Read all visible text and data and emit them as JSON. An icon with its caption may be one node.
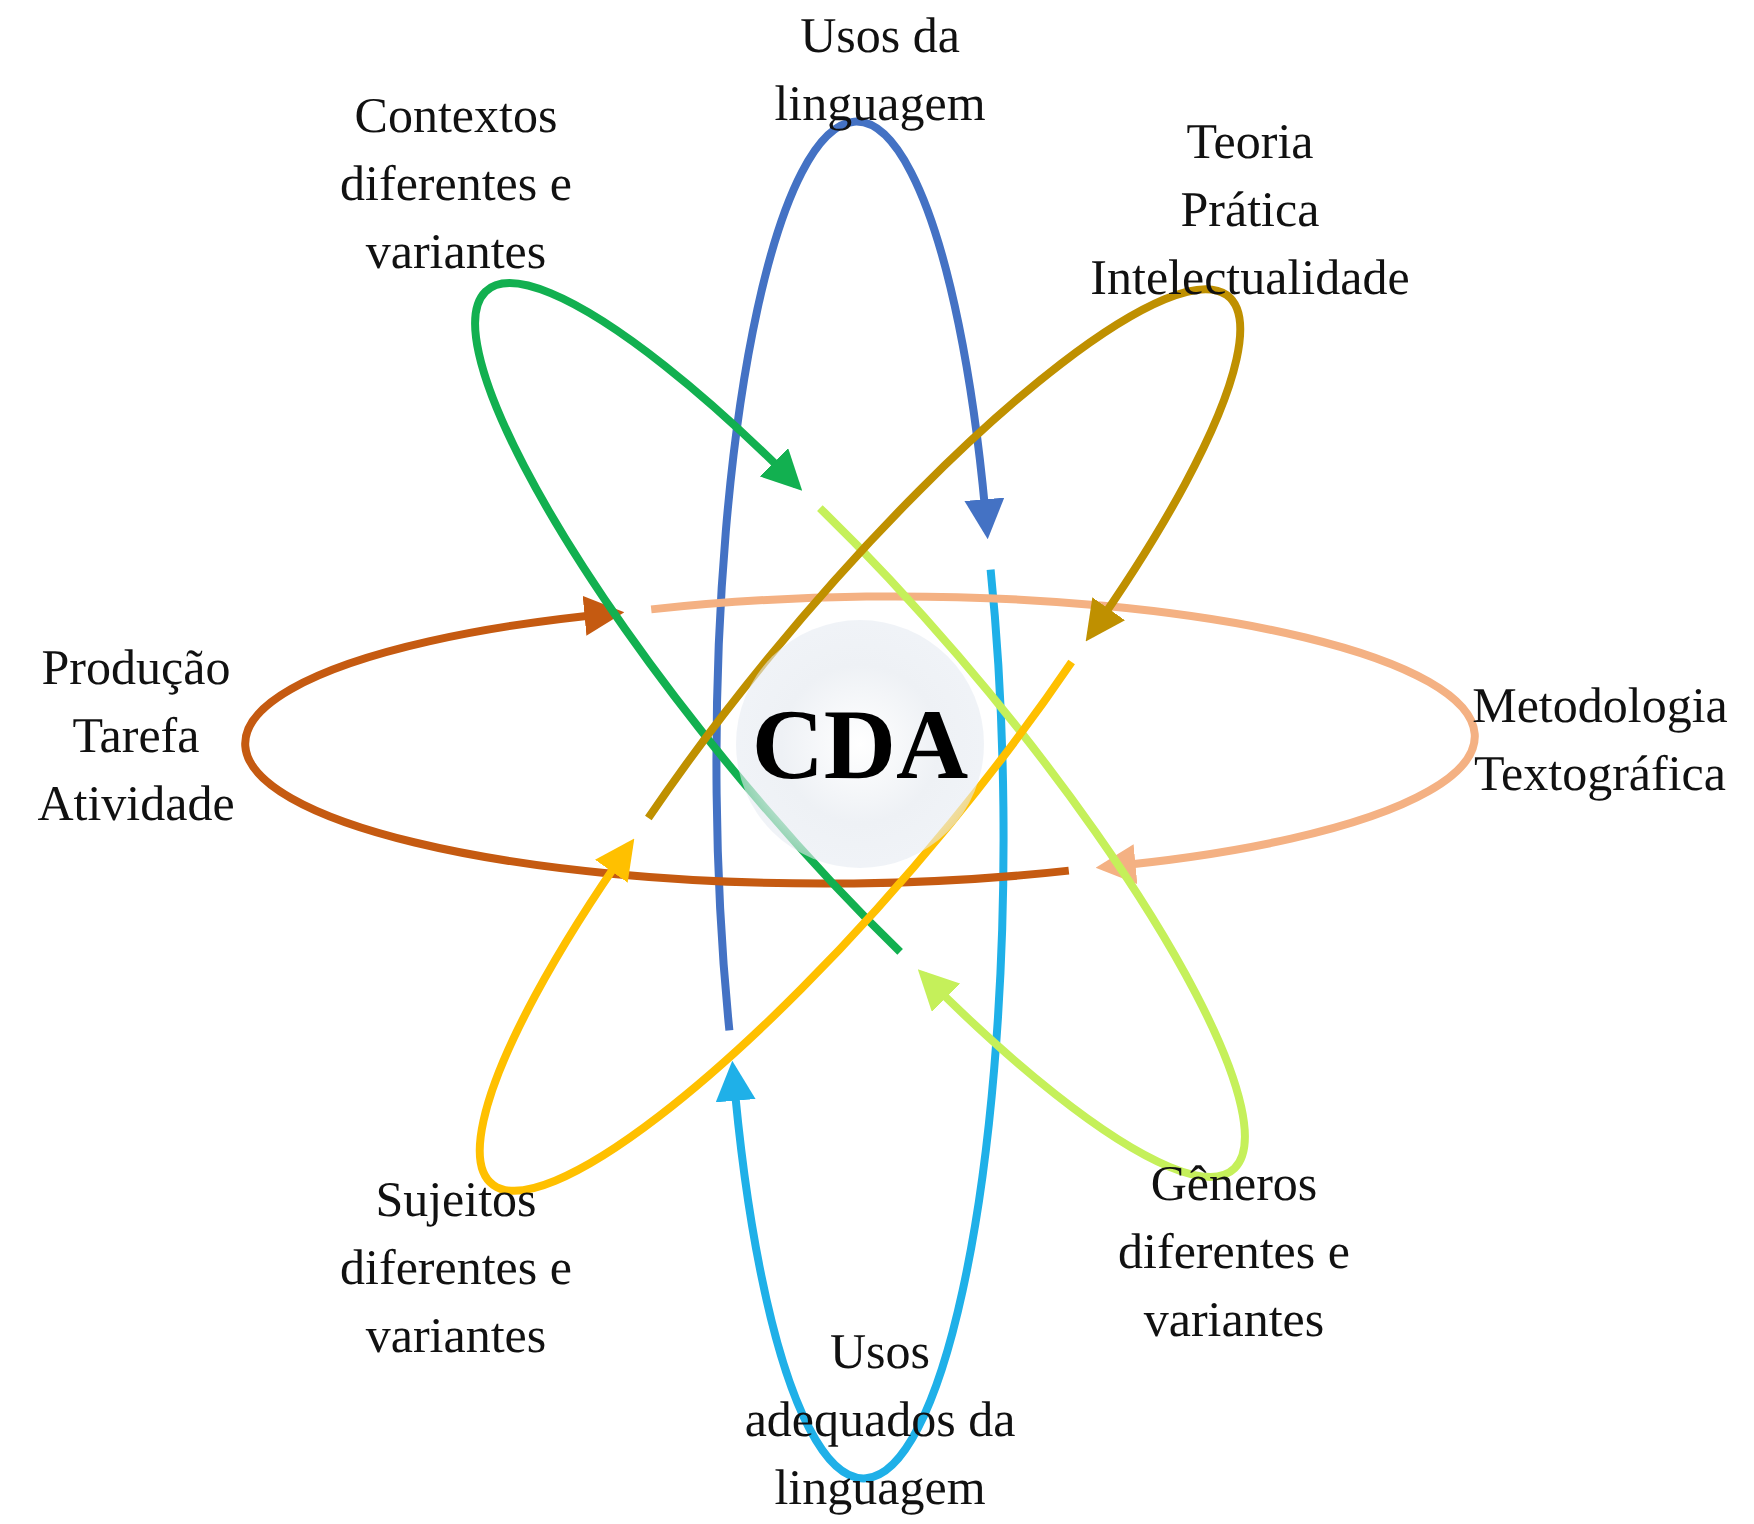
{
  "diagram": {
    "nodes": [
      {
        "text": [
          "CDA"
        ]
      }
    ],
    "labels": [
      "Usos da linguagem",
      "Contextos diferentes e variantes",
      "Teoria",
      "Prática",
      "Intelectualidade",
      "Produção",
      "Tarefa",
      "Atividade",
      "Metodologia Textográfica",
      "Sujeitos diferentes e variantes",
      "Gêneros diferentes e variantes",
      "Usos adequados da linguagem"
    ]
  }
}
